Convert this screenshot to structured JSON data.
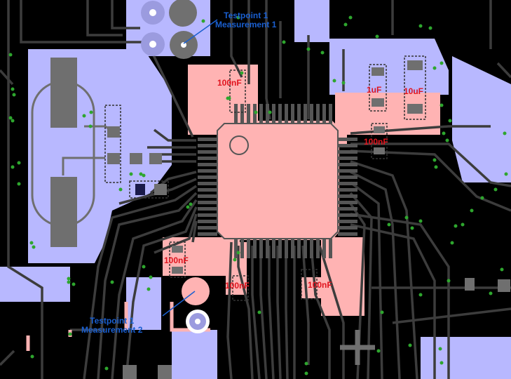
{
  "annotations": {
    "tp1m1": {
      "line1": "Testpoint 1",
      "line2": "Measurement 1"
    },
    "tp1m2": {
      "line1": "Testpoint 1",
      "line2": "Measurement 2"
    }
  },
  "capacitor_labels": {
    "c_top_left": "100nF",
    "c_1u": "1uF",
    "c_10u": "10uF",
    "c_right": "100nF",
    "c_bottom_left": "100nF",
    "c_bottom_mid": "100nF",
    "c_bottom_right": "100nF"
  },
  "colors": {
    "background": "#000000",
    "ground_pour": "#b8b8ff",
    "power_pour": "#ffb3b3",
    "trace": "#3c3c3c",
    "component": "#6f6f6f",
    "via": "#2ea62e",
    "cap_label": "#e0141e",
    "annotation": "#1a5fd0"
  }
}
